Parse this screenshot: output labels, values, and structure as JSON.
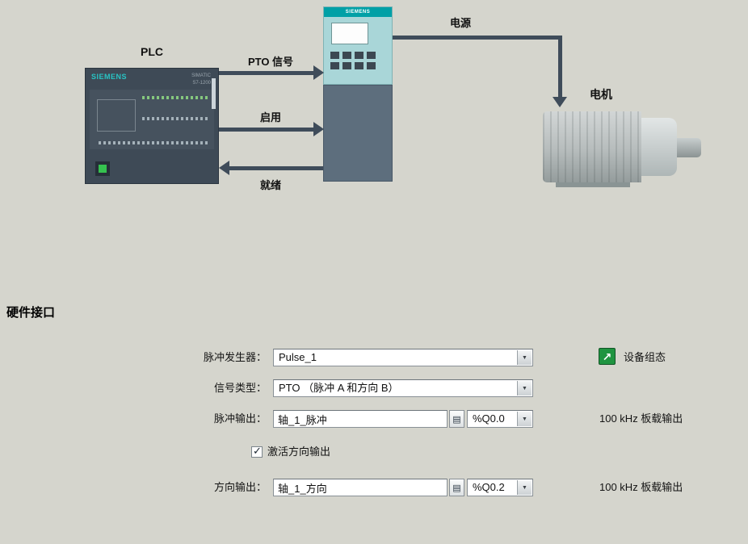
{
  "icons": {
    "dropdown": "▼",
    "list": "▤",
    "open_link": "↗",
    "check": "✓"
  },
  "colors": {
    "background": "#d5d5cd",
    "arrow": "#3f4c5a",
    "siemens_teal": "#00a0a6",
    "link_green": "#1f9440"
  },
  "diagram": {
    "plc": {
      "label": "PLC",
      "brand": "SIEMENS",
      "model_line1": "SIMATIC",
      "model_line2": "S7-1200"
    },
    "drive": {
      "brand": "SIEMENS"
    },
    "motor": {
      "label": "电机"
    },
    "signals": {
      "pto": "PTO 信号",
      "enable": "启用",
      "ready": "就绪",
      "power": "电源"
    }
  },
  "section": {
    "title": "硬件接口"
  },
  "fields": {
    "pulse_generator": {
      "label": "脉冲发生器：",
      "value": "Pulse_1"
    },
    "device_config": {
      "label": "设备组态"
    },
    "signal_type": {
      "label": "信号类型：",
      "value": "PTO （脉冲 A 和方向 B）"
    },
    "pulse_output": {
      "label": "脉冲输出：",
      "value": "轴_1_脉冲",
      "address": "%Q0.0",
      "note": "100 kHz 板载输出"
    },
    "direction_enable": {
      "label": "激活方向输出",
      "checked": true
    },
    "direction_output": {
      "label": "方向输出：",
      "value": "轴_1_方向",
      "address": "%Q0.2",
      "note": "100 kHz 板载输出"
    }
  }
}
